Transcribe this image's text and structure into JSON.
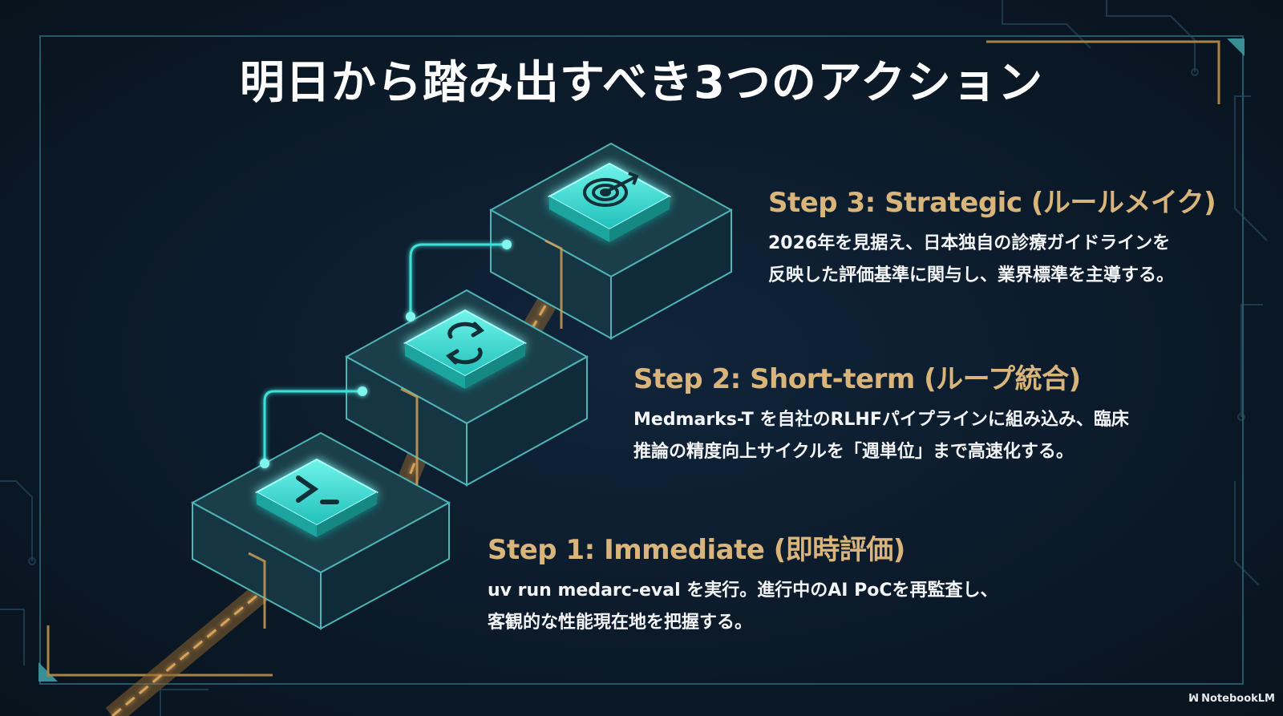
{
  "title": "明日から踏み出すべき3つのアクション",
  "steps": [
    {
      "heading": "Step 1: Immediate (即時評価)",
      "lines": [
        "uv run medarc-eval を実行。進行中のAI PoCを再監査し、",
        "客観的な性能現在地を把握する。"
      ],
      "icon": "terminal-prompt-icon"
    },
    {
      "heading": "Step 2: Short-term (ループ統合)",
      "lines": [
        "Medmarks-T を自社のRLHFパイプラインに組み込み、臨床",
        "推論の精度向上サイクルを「週単位」まで高速化する。"
      ],
      "icon": "refresh-cycle-icon"
    },
    {
      "heading": "Step 3: Strategic (ルールメイク)",
      "lines": [
        "2026年を見据え、日本独自の診療ガイドラインを",
        "反映した評価基準に関与し、業界標準を主導する。"
      ],
      "icon": "target-icon"
    }
  ],
  "brand": {
    "logo": "ꟽ",
    "label": "NotebookLM"
  },
  "colors": {
    "background": "#0c1a27",
    "heading": "#d9b57c",
    "body_text": "#f2f4f6",
    "accent_cyan": "#3de0d6",
    "path_gold": "#c69345"
  }
}
